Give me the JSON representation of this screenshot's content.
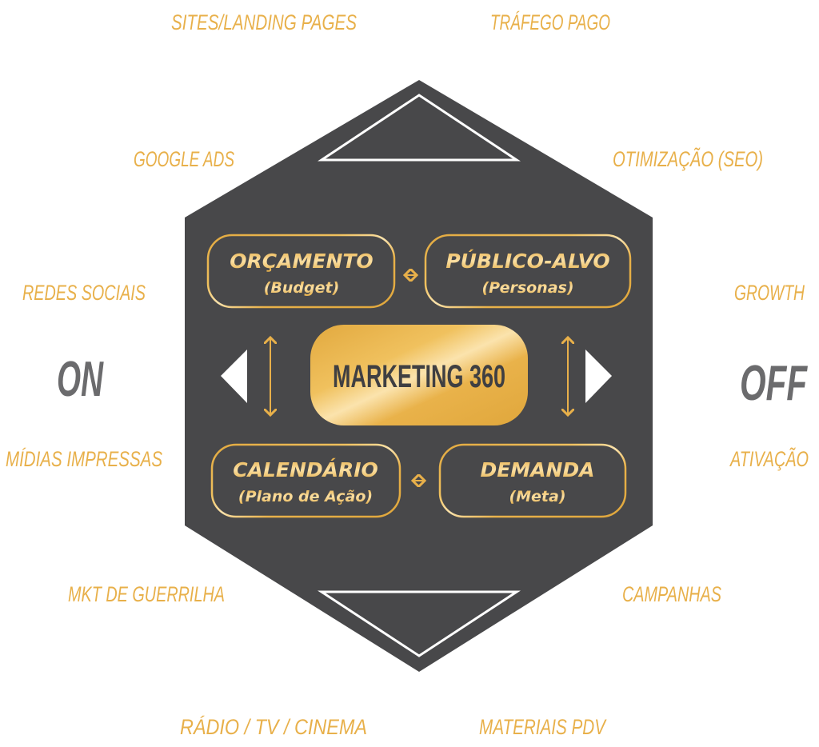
{
  "colors": {
    "gold": "#E8B04A",
    "hexagon": "#48484a",
    "side_text": "#6b6b6d",
    "center_text": "#3f3f42"
  },
  "outer_labels": {
    "sites": "SITES/LANDING PAGES",
    "trafego": "TRÁFEGO PAGO",
    "google": "GOOGLE ADS",
    "seo": "OTIMIZAÇÃO (SEO)",
    "redes": "REDES SOCIAIS",
    "growth": "GROWTH",
    "midias": "MÍDIAS IMPRESSAS",
    "ativacao": "ATIVAÇÃO",
    "guerrilha": "MKT DE GUERRILHA",
    "campanhas": "CAMPANHAS",
    "radio": "RÁDIO / TV /  CINEMA",
    "pdv": "MATERIAIS PDV"
  },
  "sides": {
    "on": "ON",
    "off": "OFF"
  },
  "center": {
    "title": "MARKETING 360"
  },
  "boxes": {
    "orcamento": {
      "title": "ORÇAMENTO",
      "subtitle": "(Budget)"
    },
    "publico": {
      "title": "PÚBLICO-ALVO",
      "subtitle": "(Personas)"
    },
    "calendario": {
      "title": "CALENDÁRIO",
      "subtitle": "(Plano de Ação)"
    },
    "demanda": {
      "title": "DEMANDA",
      "subtitle": "(Meta)"
    }
  }
}
